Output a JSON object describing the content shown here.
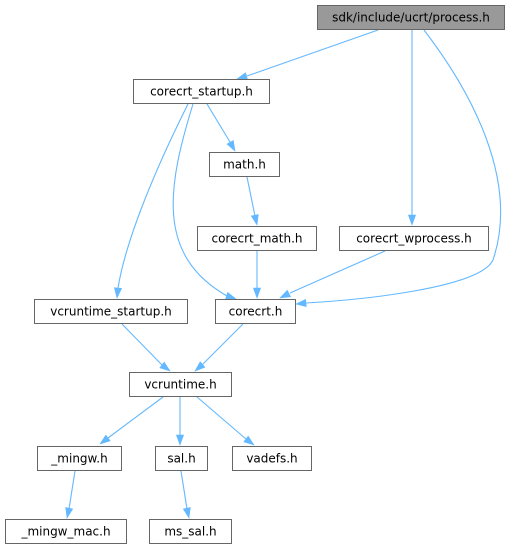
{
  "graph": {
    "root": {
      "id": "process_h",
      "label": "sdk/include/ucrt/process.h"
    },
    "nodes": [
      {
        "id": "process_h",
        "label": "sdk/include/ucrt/process.h",
        "is_root": true
      },
      {
        "id": "corecrt_startup_h",
        "label": "corecrt_startup.h"
      },
      {
        "id": "math_h",
        "label": "math.h"
      },
      {
        "id": "corecrt_math_h",
        "label": "corecrt_math.h"
      },
      {
        "id": "corecrt_wprocess_h",
        "label": "corecrt_wprocess.h"
      },
      {
        "id": "vcruntime_startup_h",
        "label": "vcruntime_startup.h"
      },
      {
        "id": "corecrt_h",
        "label": "corecrt.h"
      },
      {
        "id": "vcruntime_h",
        "label": "vcruntime.h"
      },
      {
        "id": "mingw_h",
        "label": "_mingw.h"
      },
      {
        "id": "sal_h",
        "label": "sal.h"
      },
      {
        "id": "vadefs_h",
        "label": "vadefs.h"
      },
      {
        "id": "mingw_mac_h",
        "label": "_mingw_mac.h"
      },
      {
        "id": "ms_sal_h",
        "label": "ms_sal.h"
      }
    ],
    "edges": [
      {
        "from": "process_h",
        "to": "corecrt_startup_h"
      },
      {
        "from": "process_h",
        "to": "corecrt_wprocess_h"
      },
      {
        "from": "process_h",
        "to": "corecrt_h"
      },
      {
        "from": "corecrt_startup_h",
        "to": "math_h"
      },
      {
        "from": "corecrt_startup_h",
        "to": "corecrt_h"
      },
      {
        "from": "corecrt_startup_h",
        "to": "vcruntime_startup_h"
      },
      {
        "from": "math_h",
        "to": "corecrt_math_h"
      },
      {
        "from": "corecrt_math_h",
        "to": "corecrt_h"
      },
      {
        "from": "corecrt_wprocess_h",
        "to": "corecrt_h"
      },
      {
        "from": "vcruntime_startup_h",
        "to": "vcruntime_h"
      },
      {
        "from": "corecrt_h",
        "to": "vcruntime_h"
      },
      {
        "from": "vcruntime_h",
        "to": "mingw_h"
      },
      {
        "from": "vcruntime_h",
        "to": "sal_h"
      },
      {
        "from": "vcruntime_h",
        "to": "vadefs_h"
      },
      {
        "from": "mingw_h",
        "to": "mingw_mac_h"
      },
      {
        "from": "sal_h",
        "to": "ms_sal_h"
      }
    ]
  },
  "colors": {
    "edge": "#63b8ff",
    "node_border": "#666666",
    "node_fill": "#ffffff",
    "root_fill": "#999999"
  }
}
